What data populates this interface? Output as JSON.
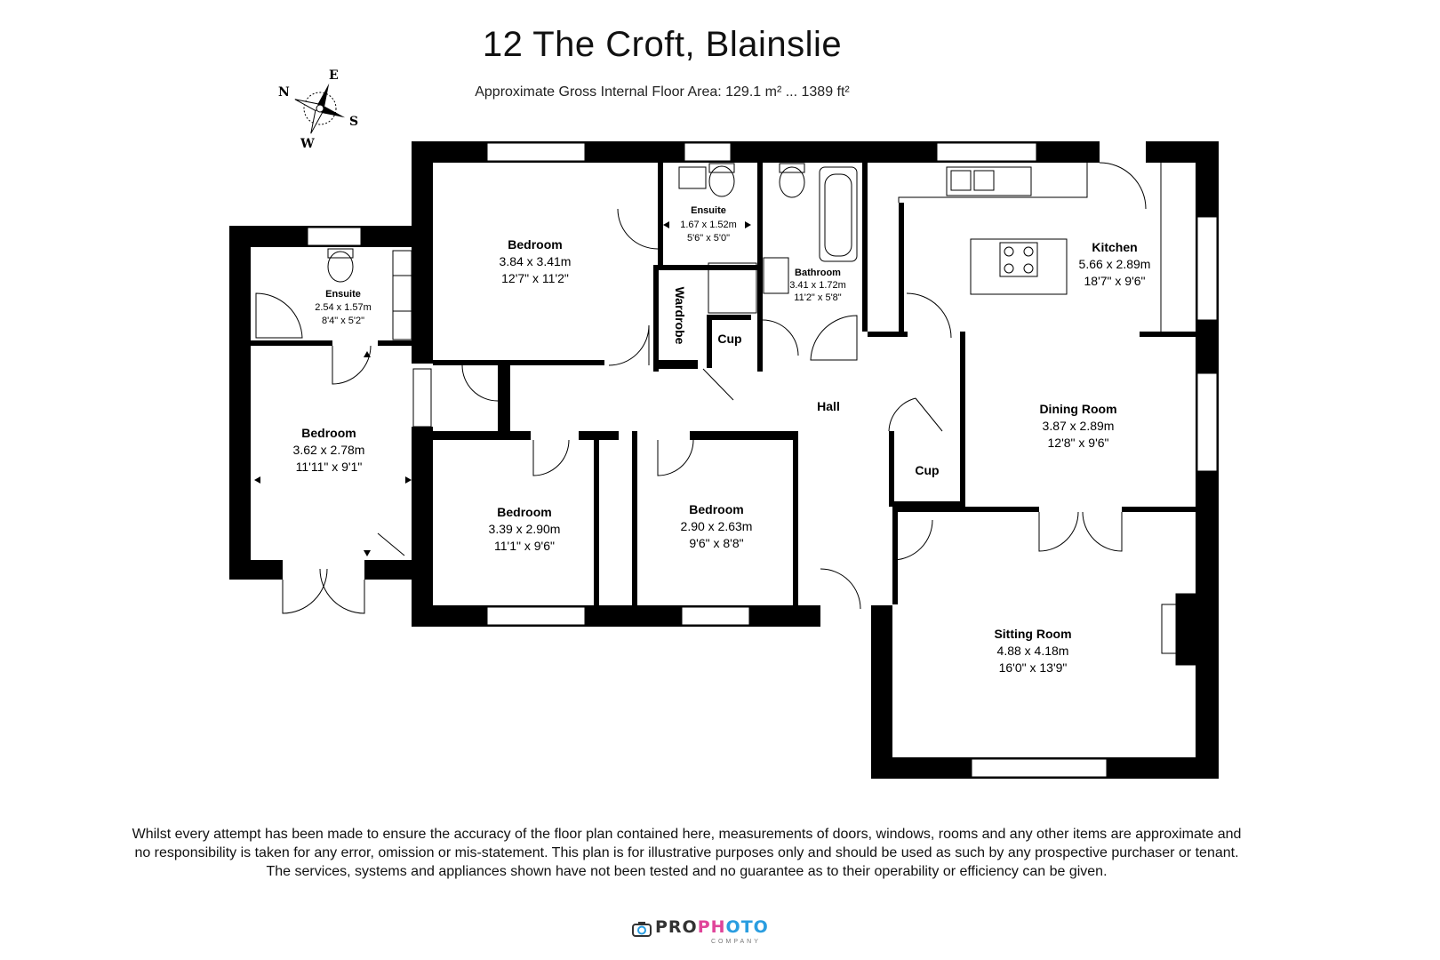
{
  "header": {
    "title": "12 The Croft, Blainslie",
    "subtitle": "Approximate Gross Internal Floor Area: 129.1 m² ... 1389 ft²"
  },
  "compass": {
    "n": "N",
    "e": "E",
    "s": "S",
    "w": "W"
  },
  "rooms": {
    "ensuite_left": {
      "name": "Ensuite",
      "metric": "2.54 x 1.57m",
      "imperial": "8'4\" x 5'2\""
    },
    "bedroom_main": {
      "name": "Bedroom",
      "metric": "3.84 x 3.41m",
      "imperial": "12'7\" x 11'2\""
    },
    "ensuite_mid": {
      "name": "Ensuite",
      "metric": "1.67 x 1.52m",
      "imperial": "5'6\" x 5'0\""
    },
    "bathroom": {
      "name": "Bathroom",
      "metric": "3.41 x 1.72m",
      "imperial": "11'2\" x 5'8\""
    },
    "kitchen": {
      "name": "Kitchen",
      "metric": "5.66 x 2.89m",
      "imperial": "18'7\" x 9'6\""
    },
    "wardrobe": {
      "name": "Wardrobe"
    },
    "cup_top": {
      "name": "Cup"
    },
    "hall": {
      "name": "Hall"
    },
    "cup_right": {
      "name": "Cup"
    },
    "bedroom_left": {
      "name": "Bedroom",
      "metric": "3.62 x 2.78m",
      "imperial": "11'11\" x 9'1\""
    },
    "dining": {
      "name": "Dining Room",
      "metric": "3.87 x 2.89m",
      "imperial": "12'8\" x 9'6\""
    },
    "bedroom_3": {
      "name": "Bedroom",
      "metric": "3.39 x 2.90m",
      "imperial": "11'1\" x 9'6\""
    },
    "bedroom_4": {
      "name": "Bedroom",
      "metric": "2.90 x 2.63m",
      "imperial": "9'6\" x 8'8\""
    },
    "sitting": {
      "name": "Sitting Room",
      "metric": "4.88 x 4.18m",
      "imperial": "16'0\" x 13'9\""
    }
  },
  "disclaimer": "Whilst every attempt has been made to ensure the accuracy of the floor plan contained here, measurements of doors, windows, rooms and any other items are approximate and no responsibility is taken for any error, omission or mis-statement. This plan is for illustrative purposes only and should be used as such by any prospective purchaser or tenant. The services, systems and appliances shown have not been tested and no guarantee as to their operability or efficiency can be given.",
  "logo": {
    "part1": "PRO",
    "part2": "PH",
    "part3": "OTO",
    "sub": "COMPANY"
  },
  "colors": {
    "wall": "#000000",
    "background": "#ffffff",
    "logo_pink": "#e0459a",
    "logo_blue": "#2a9de0"
  }
}
